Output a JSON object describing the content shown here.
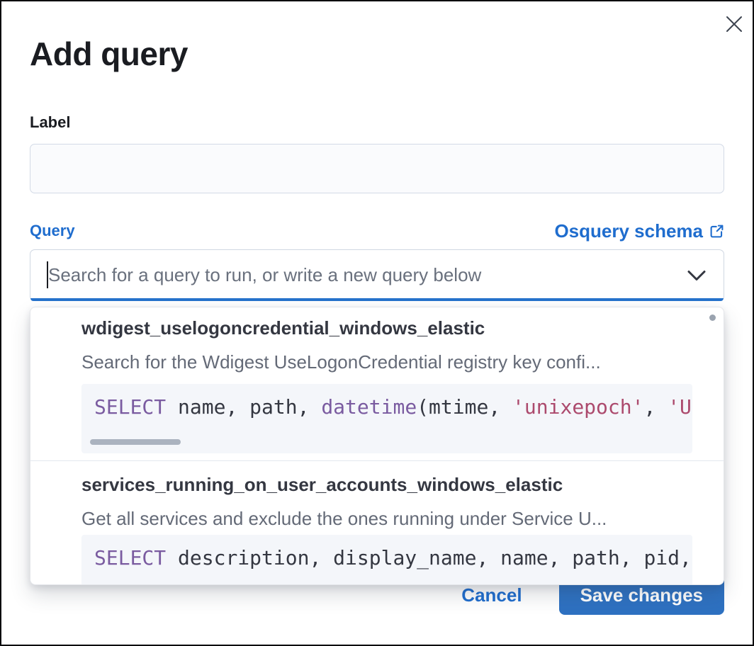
{
  "modal": {
    "title": "Add query",
    "fields": {
      "label": {
        "label": "Label",
        "value": ""
      },
      "query": {
        "label": "Query",
        "schema_link_text": "Osquery schema",
        "search_value": "",
        "search_placeholder": "Search for a query to run, or write a new query below"
      }
    },
    "suggestions": [
      {
        "id": "wdigest_uselogoncredential_windows_elastic",
        "description": "Search for the Wdigest UseLogonCredential registry key confi...",
        "sql_tokens": [
          {
            "text": "SELECT",
            "type": "keyword"
          },
          {
            "text": " name, path, ",
            "type": "plain"
          },
          {
            "text": "datetime",
            "type": "keyword"
          },
          {
            "text": "(mtime, ",
            "type": "plain"
          },
          {
            "text": "'unixepoch'",
            "type": "string"
          },
          {
            "text": ", ",
            "type": "plain"
          },
          {
            "text": "'U",
            "type": "string"
          }
        ]
      },
      {
        "id": "services_running_on_user_accounts_windows_elastic",
        "description": "Get all services and exclude the ones running under Service U...",
        "sql_tokens": [
          {
            "text": "SELECT",
            "type": "keyword"
          },
          {
            "text": " description, display_name, name, path, pid,",
            "type": "plain"
          }
        ]
      }
    ],
    "footer": {
      "cancel_label": "Cancel",
      "save_label": "Save changes"
    },
    "colors": {
      "accent_blue": "#1f6dce",
      "focus_border_blue": "#2673cc",
      "save_button_blue": "#2e71c1",
      "code_keyword_purple": "#7a5ba0",
      "code_string_rose": "#ac4a6d",
      "code_background": "#f4f6fa",
      "heading_text": "#1a1c21",
      "muted_text": "#646a77"
    }
  }
}
